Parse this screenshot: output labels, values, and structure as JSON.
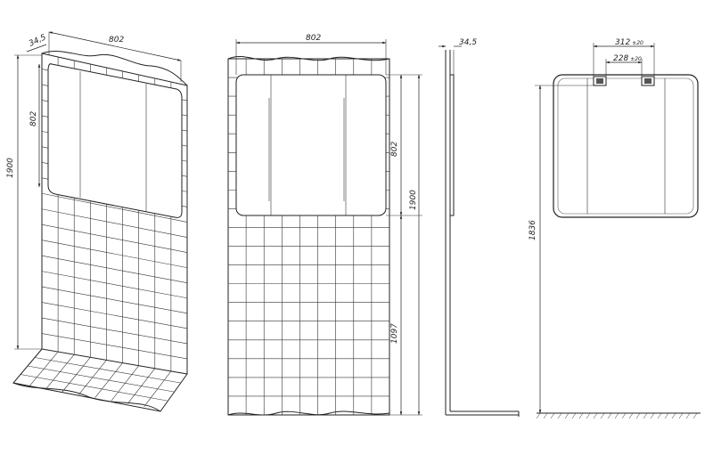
{
  "views": {
    "perspective": {
      "dim_width": "802",
      "dim_depth": "34,5",
      "dim_height_total": "1900",
      "dim_mirror_height": "802"
    },
    "front": {
      "dim_width": "802",
      "dim_mirror_height": "802",
      "dim_total_height": "1900",
      "dim_lower_height": "1097"
    },
    "side": {
      "dim_depth": "34,5"
    },
    "back": {
      "dim_outer_spacing": "312",
      "dim_outer_tol": "±20",
      "dim_inner_spacing": "228",
      "dim_inner_tol": "±20",
      "dim_mount_height": "1836"
    }
  }
}
